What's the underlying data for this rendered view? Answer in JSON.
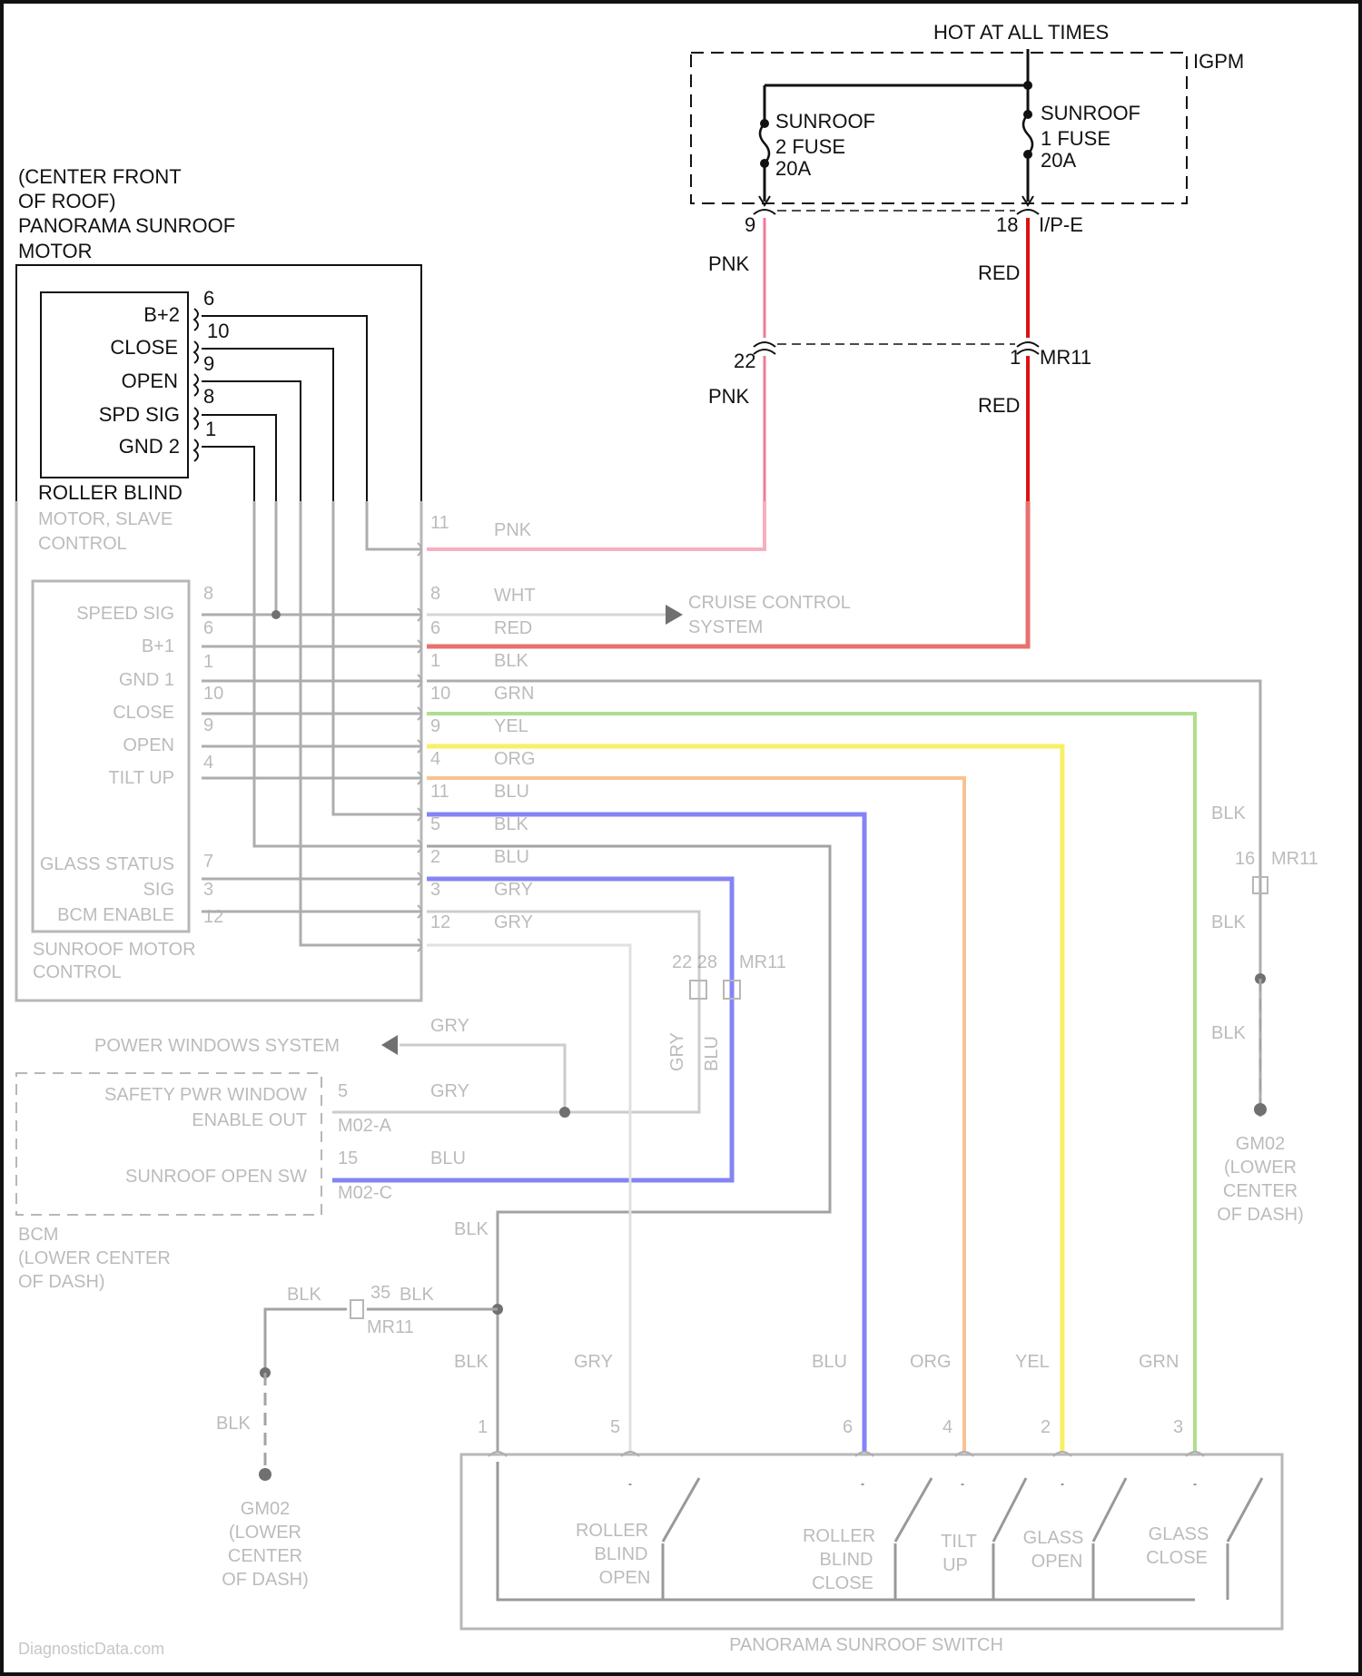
{
  "header": {
    "hot_at_all_times": "HOT AT ALL TIMES",
    "igpm": "IGPM"
  },
  "fuses": {
    "f2": {
      "line1": "SUNROOF",
      "line2": "2 FUSE",
      "line3": "20A"
    },
    "f1": {
      "line1": "SUNROOF",
      "line2": "1 FUSE",
      "line3": "20A"
    }
  },
  "connectors": {
    "pin9": "9",
    "pin18": "18",
    "ipe": "I/P-E",
    "pin22": "22",
    "pin1": "1",
    "mr11": "MR11"
  },
  "wires": {
    "pnk": "PNK",
    "red": "RED"
  },
  "motor": {
    "title1": "(CENTER FRONT",
    "title2": "OF ROOF)",
    "title3": "PANORAMA SUNROOF",
    "title4": "MOTOR",
    "pins": [
      {
        "label": "B+2",
        "num": "6"
      },
      {
        "label": "CLOSE",
        "num": "10"
      },
      {
        "label": "OPEN",
        "num": "9"
      },
      {
        "label": "SPD SIG",
        "num": "8"
      },
      {
        "label": "GND 2",
        "num": "1"
      }
    ],
    "roller_blind": "ROLLER BLIND"
  },
  "blurred": {
    "slave1": "MOTOR, SLAVE",
    "slave2": "CONTROL",
    "ctl_pins": [
      "SPEED SIG",
      "B+1",
      "GND 1",
      "CLOSE",
      "OPEN",
      "TILT UP",
      "GLASS STATUS",
      "SIG",
      "BCM ENABLE"
    ],
    "ctl_nums": [
      "8",
      "6",
      "1",
      "10",
      "9",
      "4",
      "7",
      "3",
      "12"
    ],
    "ctl_title1": "SUNROOF MOTOR",
    "ctl_title2": "CONTROL",
    "hub_rows": [
      {
        "num": "11",
        "color": "PNK"
      },
      {
        "num": "8",
        "color": "WHT"
      },
      {
        "num": "6",
        "color": "RED"
      },
      {
        "num": "1",
        "color": "BLK"
      },
      {
        "num": "10",
        "color": "GRN"
      },
      {
        "num": "9",
        "color": "YEL"
      },
      {
        "num": "4",
        "color": "ORG"
      },
      {
        "num": "11",
        "color": "BLU"
      },
      {
        "num": "5",
        "color": "BLK"
      },
      {
        "num": "2",
        "color": "BLU"
      },
      {
        "num": "3",
        "color": "GRY"
      },
      {
        "num": "12",
        "color": "GRY"
      }
    ],
    "cruise1": "CRUISE CONTROL",
    "cruise2": "SYSTEM",
    "power_windows": "POWER WINDOWS SYSTEM",
    "gry": "GRY",
    "blu": "BLU",
    "blk": "BLK",
    "mr11_a": "MR11",
    "pins_2228": "22  28",
    "safety1": "SAFETY PWR WINDOW",
    "safety2": "ENABLE OUT",
    "safety_pin": "5",
    "m02a": "M02-A",
    "sunroof_open_sw": "SUNROOF OPEN SW",
    "sunroof_pin": "15",
    "m02c": "M02-C",
    "bcm1": "BCM",
    "bcm2": "(LOWER CENTER",
    "bcm3": "OF DASH)",
    "pin16": "16",
    "mr11_b": "MR11",
    "gm02_right": [
      "GM02",
      "(LOWER",
      "CENTER",
      "OF DASH)"
    ],
    "gm02_left": [
      "GM02",
      "(LOWER",
      "CENTER",
      "OF DASH)"
    ],
    "pin35": "35",
    "mr11_c": "MR11",
    "sw_wires": [
      "BLK",
      "GRY",
      "BLU",
      "ORG",
      "YEL",
      "GRN"
    ],
    "sw_pins": [
      "1",
      "5",
      "6",
      "4",
      "2",
      "3"
    ],
    "switches": [
      {
        "l1": "ROLLER",
        "l2": "BLIND",
        "l3": "OPEN"
      },
      {
        "l1": "ROLLER",
        "l2": "BLIND",
        "l3": "CLOSE"
      },
      {
        "l1": "TILT",
        "l2": "UP",
        "l3": ""
      },
      {
        "l1": "GLASS",
        "l2": "OPEN",
        "l3": ""
      },
      {
        "l1": "GLASS",
        "l2": "CLOSE",
        "l3": ""
      }
    ],
    "switch_title": "PANORAMA SUNROOF SWITCH",
    "watermark": "DiagnosticData.com"
  },
  "colors": {
    "pnk": "#f07a94",
    "red": "#dd1111",
    "grn": "#7ac943",
    "yel": "#f5e400",
    "org": "#f59a4a",
    "blu": "#3333ee",
    "gry": "#888888"
  }
}
